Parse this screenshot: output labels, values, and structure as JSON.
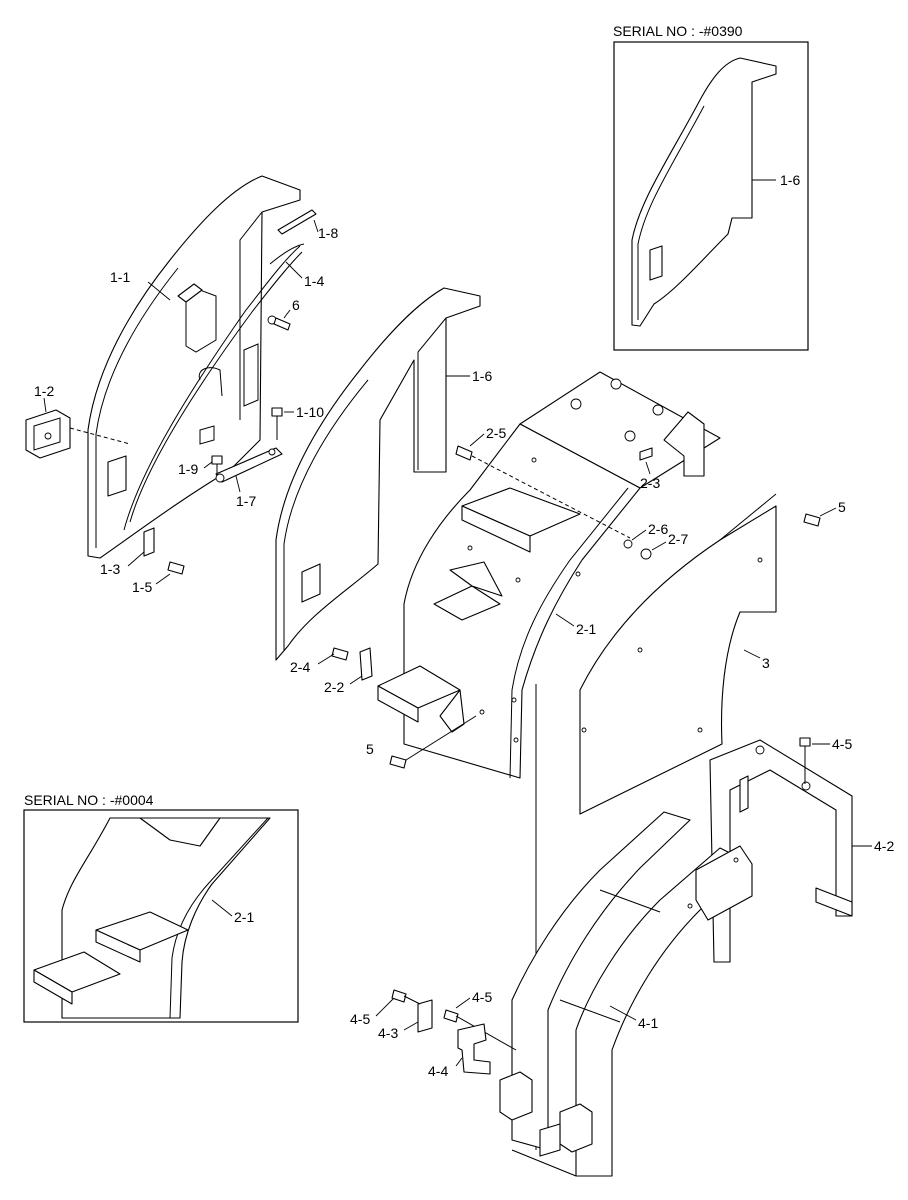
{
  "insets": {
    "top_right": {
      "serial": "SERIAL NO : -#0390",
      "label": "1-6"
    },
    "bottom_left": {
      "serial": "SERIAL NO : -#0004",
      "label": "2-1"
    }
  },
  "labels": {
    "p1_1": "1-1",
    "p1_2": "1-2",
    "p1_3": "1-3",
    "p1_4": "1-4",
    "p1_5": "1-5",
    "p1_6": "1-6",
    "p1_7": "1-7",
    "p1_8": "1-8",
    "p1_9": "1-9",
    "p1_10": "1-10",
    "p2_1": "2-1",
    "p2_2": "2-2",
    "p2_3": "2-3",
    "p2_4": "2-4",
    "p2_5": "2-5",
    "p2_6": "2-6",
    "p2_7": "2-7",
    "p3": "3",
    "p4_1": "4-1",
    "p4_2": "4-2",
    "p4_3": "4-3",
    "p4_4": "4-4",
    "p4_5_a": "4-5",
    "p4_5_b": "4-5",
    "p4_5_c": "4-5",
    "p5_a": "5",
    "p5_b": "5",
    "p6": "6"
  }
}
